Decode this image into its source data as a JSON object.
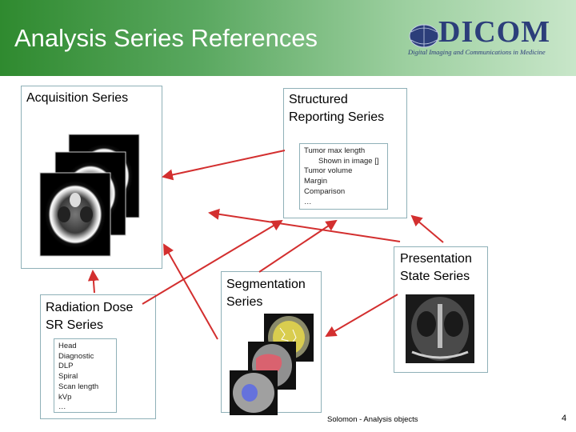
{
  "title": "Analysis Series References",
  "logo": {
    "word": "DICOM",
    "subtitle": "Digital Imaging and Communications in Medicine"
  },
  "acquisition": {
    "label": "Acquisition Series"
  },
  "structured_reporting": {
    "label_line1": "Structured",
    "label_line2": "Reporting Series",
    "items": [
      "Tumor max length",
      "Shown in image []",
      "Tumor volume",
      "Margin",
      "Comparison",
      "…"
    ]
  },
  "radiation_dose": {
    "label_line1": "Radiation Dose",
    "label_line2": "SR Series",
    "items": [
      "Head",
      "Diagnostic",
      "DLP",
      "Spiral",
      "Scan length",
      "kVp",
      "…"
    ]
  },
  "segmentation": {
    "label_line1": "Segmentation",
    "label_line2": "Series"
  },
  "presentation_state": {
    "label_line1": "Presentation",
    "label_line2": "State Series"
  },
  "footer": {
    "caption": "Solomon - Analysis objects",
    "page_number": "4"
  },
  "colors": {
    "header_start": "#2f8a2f",
    "arrow": "#d32f2f",
    "box_border": "#8fb0b8",
    "logo_blue": "#2c3e7a"
  }
}
